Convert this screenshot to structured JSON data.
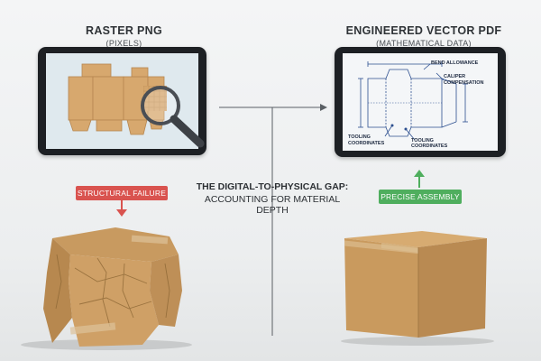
{
  "left": {
    "title": "RASTER PNG",
    "subtitle": "(PIXELS)",
    "badge": "STRUCTURAL FAILURE",
    "badge_color": "#d9534f"
  },
  "right": {
    "title": "ENGINEERED VECTOR PDF",
    "subtitle": "(MATHEMATICAL DATA)",
    "badge": "PRECISE ASSEMBLY",
    "badge_color": "#4fae5e"
  },
  "center": {
    "title": "THE DIGITAL-TO-PHYSICAL GAP:",
    "subtitle": "ACCOUNTING FOR MATERIAL DEPTH"
  },
  "vector_annotations": {
    "bend": "BEND ALLOWANCE",
    "caliper1": "CALIPER",
    "caliper2": "COMPENSATION",
    "tooling_left1": "TOOLING",
    "tooling_left2": "COORDINATES",
    "tooling_right1": "TOOLING",
    "tooling_right2": "COORDINATES"
  },
  "colors": {
    "cardboard": "#d3a46a",
    "tablet": "#1f2226",
    "blueprint": "#2c4f8f"
  }
}
